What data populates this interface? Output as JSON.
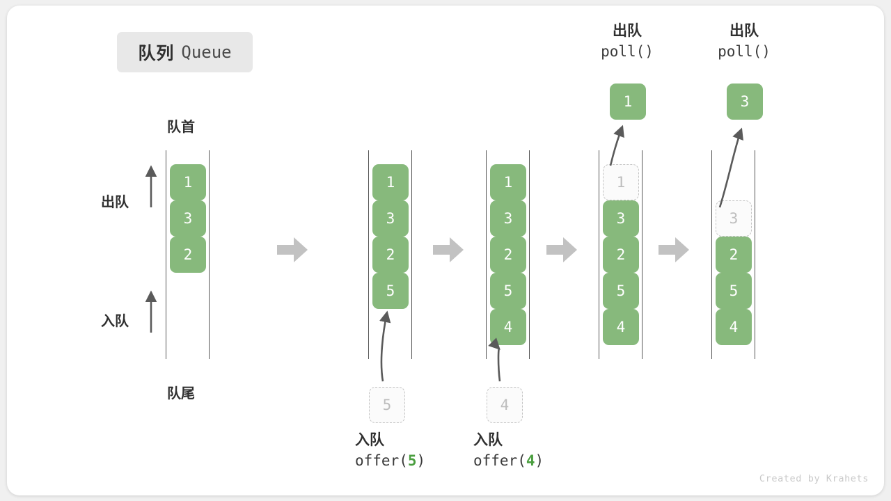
{
  "diagram": {
    "title_cn": "队列",
    "title_en": "Queue",
    "head_label": "队首",
    "tail_label": "队尾",
    "side_dequeue_label": "出队",
    "side_enqueue_label": "入队",
    "watermark": "Created by Krahets",
    "colors": {
      "element_fill": "#87b97c",
      "element_text": "#ffffff",
      "ghost_border": "#c3c3c3",
      "ghost_text": "#bdbdbd",
      "rail": "#555555",
      "arrow": "#5a5a5a",
      "step_arrow": "#c2c2c2",
      "badge_bg": "#e8e8e8",
      "code_accent": "#4a9e3f"
    },
    "operations": [
      {
        "cn": "入队",
        "code_prefix": "offer(",
        "code_value": "5",
        "code_suffix": ")"
      },
      {
        "cn": "入队",
        "code_prefix": "offer(",
        "code_value": "4",
        "code_suffix": ")"
      },
      {
        "cn": "出队",
        "code": "poll()"
      },
      {
        "cn": "出队",
        "code": "poll()"
      }
    ],
    "columns": [
      {
        "name": "initial-queue",
        "cells": [
          {
            "value": "1",
            "state": "filled"
          },
          {
            "value": "3",
            "state": "filled"
          },
          {
            "value": "2",
            "state": "filled"
          }
        ]
      },
      {
        "name": "after-offer-5",
        "cells": [
          {
            "value": "1",
            "state": "filled"
          },
          {
            "value": "3",
            "state": "filled"
          },
          {
            "value": "2",
            "state": "filled"
          },
          {
            "value": "5",
            "state": "filled"
          }
        ]
      },
      {
        "name": "after-offer-4",
        "cells": [
          {
            "value": "1",
            "state": "filled"
          },
          {
            "value": "3",
            "state": "filled"
          },
          {
            "value": "2",
            "state": "filled"
          },
          {
            "value": "5",
            "state": "filled"
          },
          {
            "value": "4",
            "state": "filled"
          }
        ]
      },
      {
        "name": "after-first-poll",
        "cells": [
          {
            "value": "1",
            "state": "ghost"
          },
          {
            "value": "3",
            "state": "filled"
          },
          {
            "value": "2",
            "state": "filled"
          },
          {
            "value": "5",
            "state": "filled"
          },
          {
            "value": "4",
            "state": "filled"
          }
        ]
      },
      {
        "name": "after-second-poll",
        "cells": [
          {
            "value": "",
            "state": "empty"
          },
          {
            "value": "3",
            "state": "ghost"
          },
          {
            "value": "2",
            "state": "filled"
          },
          {
            "value": "5",
            "state": "filled"
          },
          {
            "value": "4",
            "state": "filled"
          }
        ]
      }
    ],
    "floating": {
      "popped_first": "1",
      "popped_second": "3",
      "pending_push_first": "5",
      "pending_push_second": "4"
    }
  }
}
